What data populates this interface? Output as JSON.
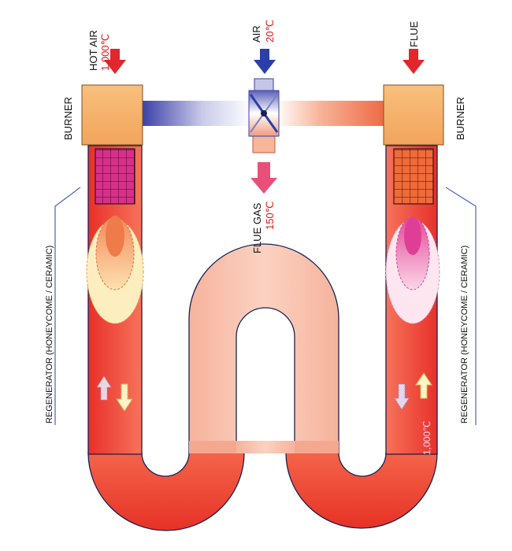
{
  "labels": {
    "hot_air": "HOT AIR",
    "hot_air_temp": "1,000℃",
    "air": "AIR",
    "air_temp": "20℃",
    "flue": "FLUE",
    "flue_gas": "FLUE GAS",
    "flue_gas_temp": "150℃",
    "burner_left": "BURNER",
    "burner_right": "BURNER",
    "regenerator_left": "REGENERATOR (HONEYCOME / CERAMIC)",
    "regenerator_right": "REGENERATOR (HONEYCOME / CERAMIC)",
    "furnace_temp": "1,000℃"
  },
  "colors": {
    "tube_red": "#ee3b2c",
    "tube_pink": "#f7c0ad",
    "burner": "#f5b36e",
    "arrow_red": "#e3262b",
    "arrow_blue": "#2a3fa8",
    "arrow_pink": "#e8507a",
    "honeycomb_left": "#d8308a",
    "honeycomb_right": "#f06a3a"
  }
}
